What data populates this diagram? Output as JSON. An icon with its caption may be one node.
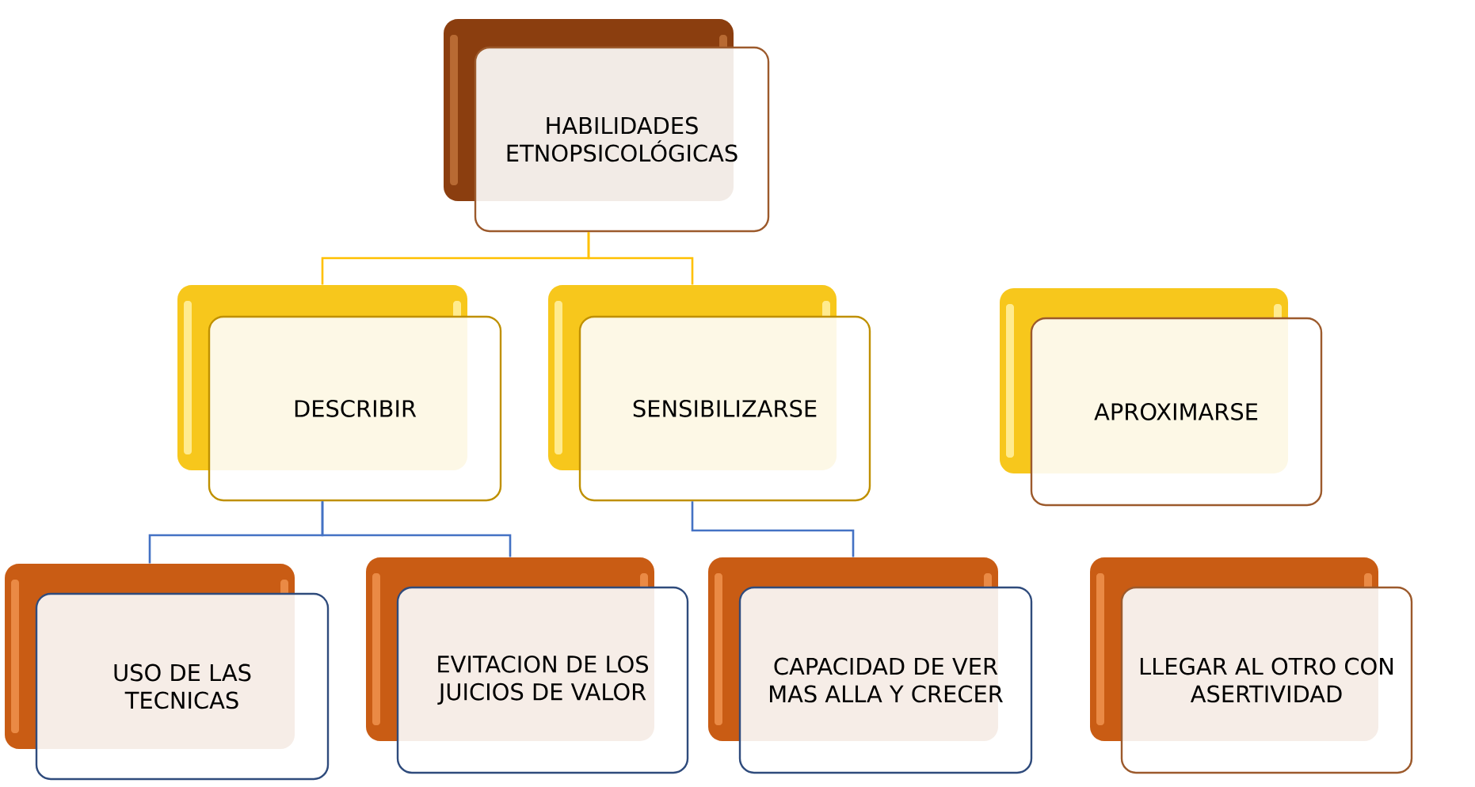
{
  "diagram": {
    "nodes": [
      {
        "text": [
          "HABILIDADES ETNOPSICOLÓGICAS"
        ]
      },
      {
        "text": [
          "DESCRIBIR"
        ]
      },
      {
        "text": [
          "SENSIBILIZARSE"
        ]
      },
      {
        "text": [
          "APROXIMARSE"
        ]
      },
      {
        "text": [
          "USO DE LAS TECNICAS"
        ]
      },
      {
        "text": [
          "EVITACION DE LOS JUICIOS DE VALOR"
        ]
      },
      {
        "text": [
          "CAPACIDAD DE VER MAS ALLA Y CRECER"
        ]
      },
      {
        "text": [
          "LLEGAR AL OTRO CON ASERTIVIDAD"
        ]
      }
    ],
    "edges": [
      {
        "from": 0,
        "to": 1,
        "arrow": "none",
        "color": "#ffc000"
      },
      {
        "from": 0,
        "to": 2,
        "arrow": "none",
        "color": "#ffc000"
      },
      {
        "from": 1,
        "to": 4,
        "arrow": "none"
      },
      {
        "from": 1,
        "to": 5,
        "arrow": "none"
      },
      {
        "from": 2,
        "to": 6,
        "arrow": "none"
      }
    ]
  }
}
